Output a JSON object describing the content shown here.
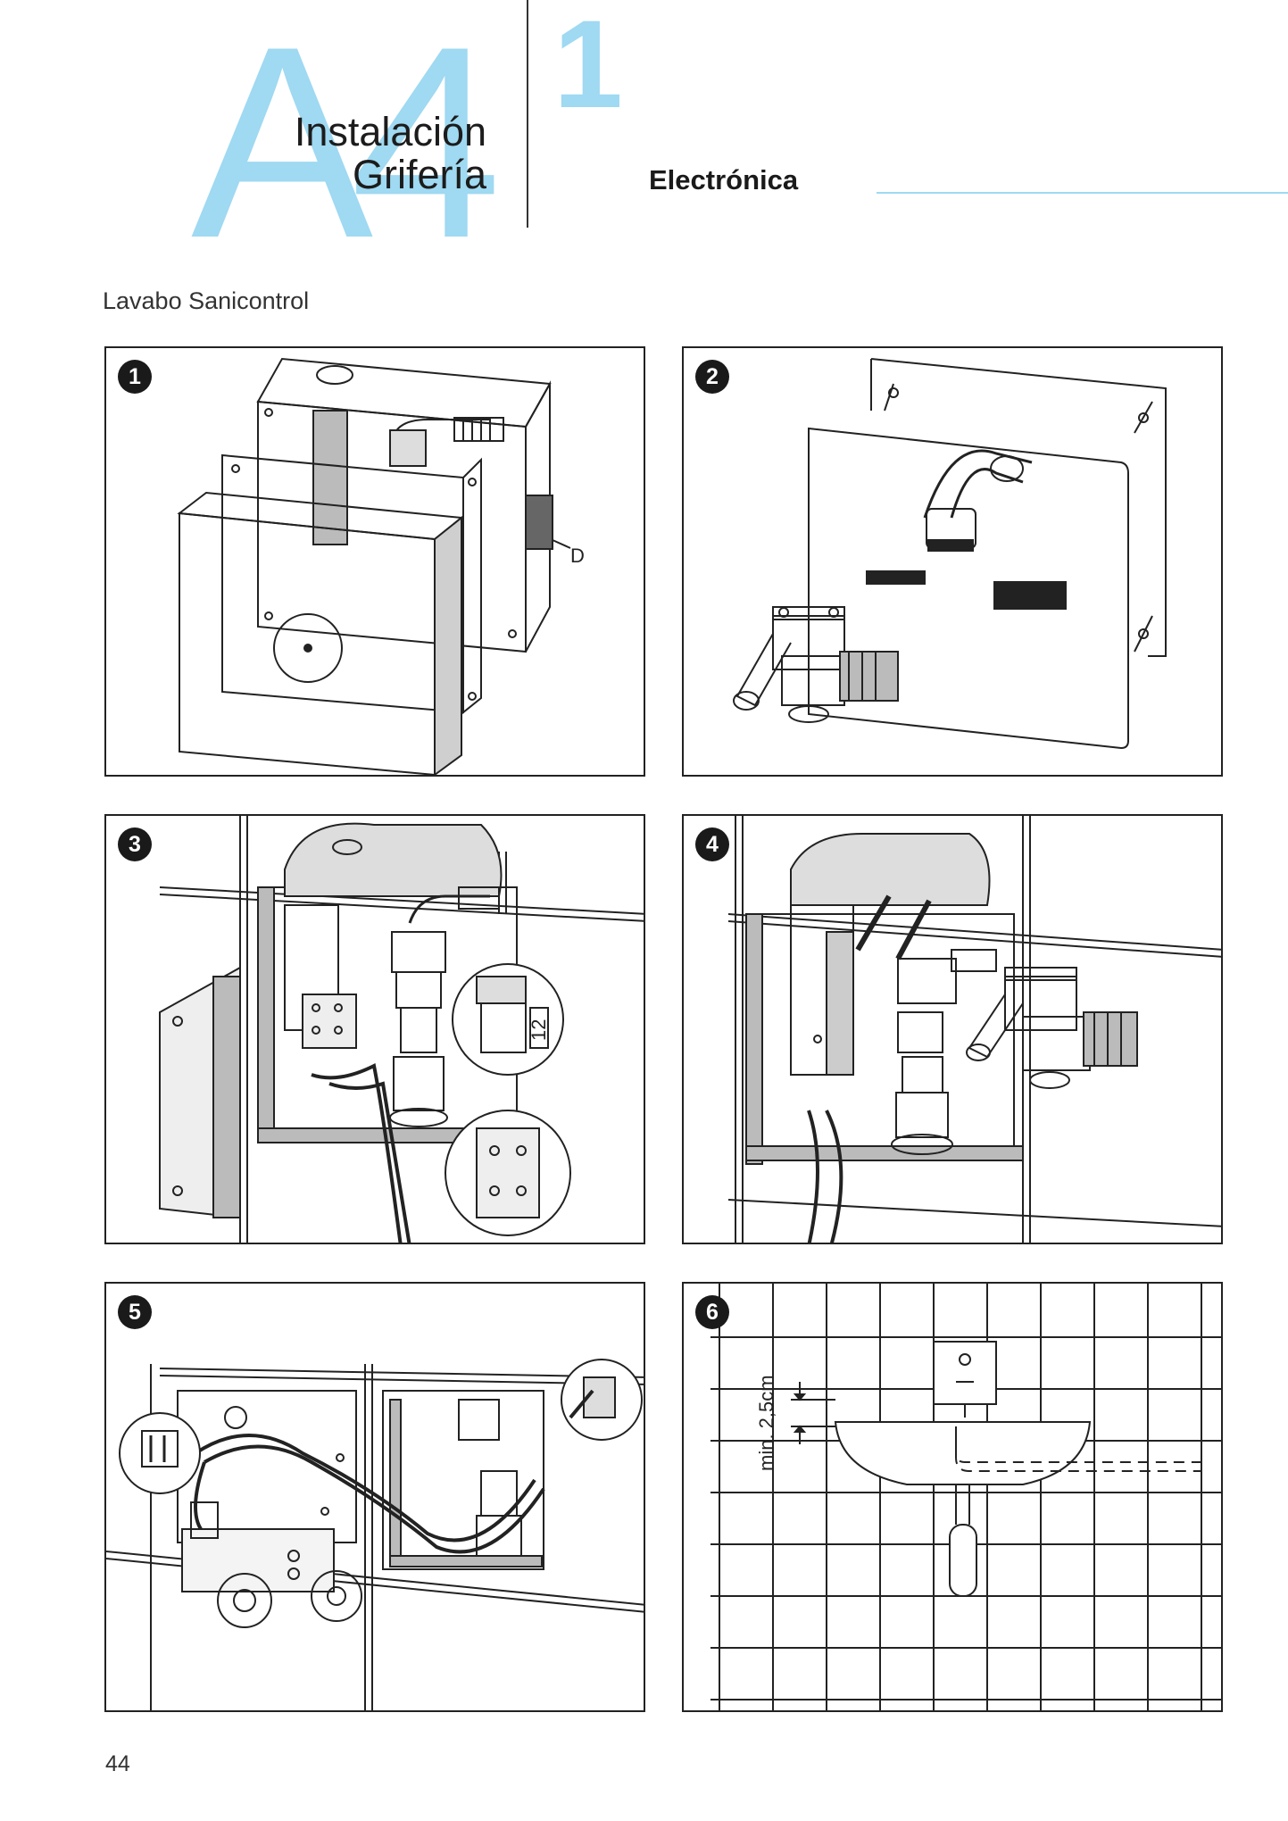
{
  "header": {
    "section_letter": "A4",
    "section_title_line1": "Instalación",
    "section_title_line2": "Grifería",
    "chapter_number": "1",
    "chapter_name": "Electrónica",
    "accent_color": "#9fd9f2"
  },
  "subtitle": "Lavabo Sanicontrol",
  "figures": [
    {
      "step": "1",
      "callouts": [
        "D"
      ]
    },
    {
      "step": "2",
      "callouts": []
    },
    {
      "step": "3",
      "callouts": [
        "12"
      ]
    },
    {
      "step": "4",
      "callouts": []
    },
    {
      "step": "5",
      "callouts": []
    },
    {
      "step": "6",
      "callouts": [
        "min. 2,5cm"
      ]
    }
  ],
  "page_number": "44"
}
